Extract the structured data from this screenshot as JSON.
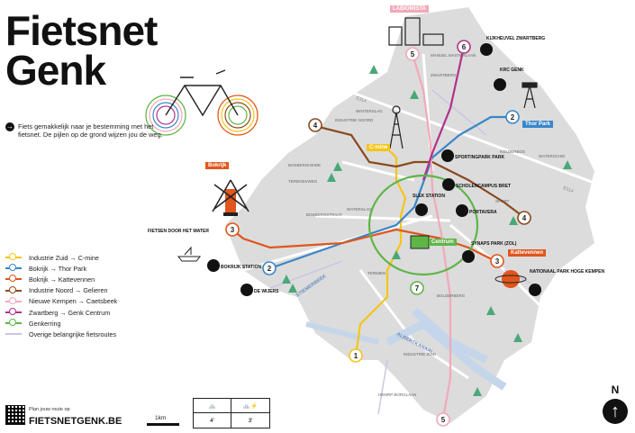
{
  "title_lines": [
    "Fietsnet",
    "Genk"
  ],
  "intro": "Fiets gemakkelijk naar je bestemming met het fietsnet. De pijlen op de grond wijzen jou de weg.",
  "colors": {
    "route1": "#f5c518",
    "route2": "#3a86c8",
    "route3": "#e0561c",
    "route4": "#8a4a1e",
    "route5": "#f2a9b8",
    "route6": "#b0328c",
    "route7": "#5fb548",
    "other": "#c9c4e6",
    "land": "#d8d8d8",
    "tree": "#4aa878"
  },
  "legend": [
    {
      "number": "1",
      "label": "Industrie Zuid → C-mine",
      "color": "#f5c518"
    },
    {
      "number": "2",
      "label": "Bokrijk → Thor Park",
      "color": "#3a86c8"
    },
    {
      "number": "3",
      "label": "Bokrijk → Kattevennen",
      "color": "#e0561c"
    },
    {
      "number": "4",
      "label": "Industrie Noord → Gelieren",
      "color": "#8a4a1e"
    },
    {
      "number": "5",
      "label": "Nieuwe Kempen → Caetsbeek",
      "color": "#f2a9b8"
    },
    {
      "number": "6",
      "label": "Zwartberg → Genk Centrum",
      "color": "#b0328c"
    },
    {
      "number": "7",
      "label": "Genkerring",
      "color": "#5fb548"
    },
    {
      "number": "",
      "label": "Overige belangrijke fietsroutes",
      "color": "#c9c4e6"
    }
  ],
  "landmarks": {
    "labiomista": "LABIOMISTA",
    "cmine": "C-mine",
    "bokrijk": "Bokrijk",
    "thor_park": "Thor Park",
    "centrum": "Centrum",
    "kattevennen": "Kattevennen",
    "station_genk": "SLEK STATION",
    "bokrijk_station": "BOKRIJK STATION",
    "de_wijers": "DE WIJERS",
    "sportingpark": "SPORTINGPARK PARK",
    "schouwburg": "SCHOLENCAMPUS BRET",
    "synaps_park": "SYNAPS PARK (ZOL)",
    "kri_genk": "KRC GENK",
    "kijkheuvel": "KIJKHEUVEL ZWARTBERG",
    "nationaal_park": "NATIONAAL PARK HOGE KEMPEN",
    "fietsen_door_het_water": "FIETSEN DOOR HET WATER",
    "stadsgebied": "PORTAVERA"
  },
  "districts": [
    {
      "name": "MANUEL MASTERLAAN",
      "key": "d1"
    },
    {
      "name": "ZWARTBERG",
      "key": "d2"
    },
    {
      "name": "WINTERSLAG",
      "key": "d3"
    },
    {
      "name": "INDUSTRIE NOORD",
      "key": "d4"
    },
    {
      "name": "BOXBERGHEIDE",
      "key": "d5"
    },
    {
      "name": "TERBOEKWEG",
      "key": "d6"
    },
    {
      "name": "BOSBERGSTRAAT",
      "key": "d7"
    },
    {
      "name": "WATERSLAG",
      "key": "d8"
    },
    {
      "name": "TERMIEN",
      "key": "d9"
    },
    {
      "name": "SPORT",
      "key": "d10"
    },
    {
      "name": "BOLDERBERG",
      "key": "d11"
    },
    {
      "name": "KOLDERBOS",
      "key": "d12"
    },
    {
      "name": "INDUSTRIE ZUID",
      "key": "d13"
    },
    {
      "name": "HEMRP BORGLAAN",
      "key": "d14"
    },
    {
      "name": "WATERSCHEI",
      "key": "d15"
    }
  ],
  "water": {
    "canal": "ALBERTKANAAL",
    "stiemer": "STIEMERBEEK"
  },
  "roads": {
    "e314_top": "E314",
    "e314_right": "E314"
  },
  "footer": {
    "plan": "Plan jouw route op",
    "site": "FIETSNETGENK.BE",
    "scale": "1km",
    "time_bike": "4'",
    "time_ebike": "3'"
  },
  "north": "N"
}
